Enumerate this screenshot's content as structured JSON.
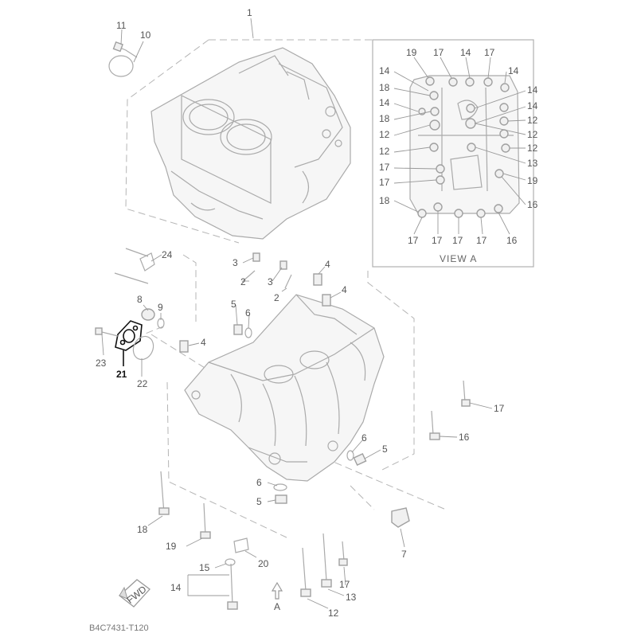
{
  "callouts": [
    {
      "id": "c1",
      "text": "1"
    },
    {
      "id": "c11",
      "text": "11"
    },
    {
      "id": "c10",
      "text": "10"
    },
    {
      "id": "c24",
      "text": "24"
    },
    {
      "id": "c8",
      "text": "8"
    },
    {
      "id": "c9",
      "text": "9"
    },
    {
      "id": "c3a",
      "text": "3"
    },
    {
      "id": "c2a",
      "text": "2"
    },
    {
      "id": "c3b",
      "text": "3"
    },
    {
      "id": "c2b",
      "text": "2"
    },
    {
      "id": "c4a",
      "text": "4"
    },
    {
      "id": "c4b",
      "text": "4"
    },
    {
      "id": "c4c",
      "text": "4"
    },
    {
      "id": "c5a",
      "text": "5"
    },
    {
      "id": "c6a",
      "text": "6"
    },
    {
      "id": "c23",
      "text": "23"
    },
    {
      "id": "c21",
      "text": "21",
      "highlight": true
    },
    {
      "id": "c22",
      "text": "22"
    },
    {
      "id": "c17a",
      "text": "17"
    },
    {
      "id": "c16a",
      "text": "16"
    },
    {
      "id": "c6b",
      "text": "6"
    },
    {
      "id": "c5b",
      "text": "5"
    },
    {
      "id": "c6c",
      "text": "6"
    },
    {
      "id": "c5c",
      "text": "5"
    },
    {
      "id": "c18a",
      "text": "18"
    },
    {
      "id": "c19a",
      "text": "19"
    },
    {
      "id": "c20",
      "text": "20"
    },
    {
      "id": "c7",
      "text": "7"
    },
    {
      "id": "c15",
      "text": "15"
    },
    {
      "id": "c14",
      "text": "14"
    },
    {
      "id": "c17b",
      "text": "17"
    },
    {
      "id": "c13",
      "text": "13"
    },
    {
      "id": "c12a",
      "text": "12"
    },
    {
      "id": "cA",
      "text": "A"
    }
  ],
  "view_a": {
    "title": "VIEW A",
    "labels": [
      {
        "id": "v19a",
        "text": "19"
      },
      {
        "id": "v17a",
        "text": "17"
      },
      {
        "id": "v14a",
        "text": "14"
      },
      {
        "id": "v17b",
        "text": "17"
      },
      {
        "id": "v14b",
        "text": "14"
      },
      {
        "id": "v18a",
        "text": "18"
      },
      {
        "id": "v14c",
        "text": "14"
      },
      {
        "id": "v18b",
        "text": "18"
      },
      {
        "id": "v12a",
        "text": "12"
      },
      {
        "id": "v12b",
        "text": "12"
      },
      {
        "id": "v17c",
        "text": "17"
      },
      {
        "id": "v17d",
        "text": "17"
      },
      {
        "id": "v18c",
        "text": "18"
      },
      {
        "id": "v14d",
        "text": "14"
      },
      {
        "id": "v14e",
        "text": "14"
      },
      {
        "id": "v14f",
        "text": "14"
      },
      {
        "id": "v12c",
        "text": "12"
      },
      {
        "id": "v12d",
        "text": "12"
      },
      {
        "id": "v12e",
        "text": "12"
      },
      {
        "id": "v13",
        "text": "13"
      },
      {
        "id": "v19b",
        "text": "19"
      },
      {
        "id": "v16a",
        "text": "16"
      },
      {
        "id": "v17e",
        "text": "17"
      },
      {
        "id": "v17f",
        "text": "17"
      },
      {
        "id": "v17g",
        "text": "17"
      },
      {
        "id": "v17h",
        "text": "17"
      },
      {
        "id": "v16b",
        "text": "16"
      }
    ]
  },
  "badge": {
    "text": "FWD"
  },
  "diagram_code": "B4C7431-T120",
  "colors": {
    "highlight": "#111111",
    "line": "#aaaaaa",
    "label": "#555555"
  }
}
